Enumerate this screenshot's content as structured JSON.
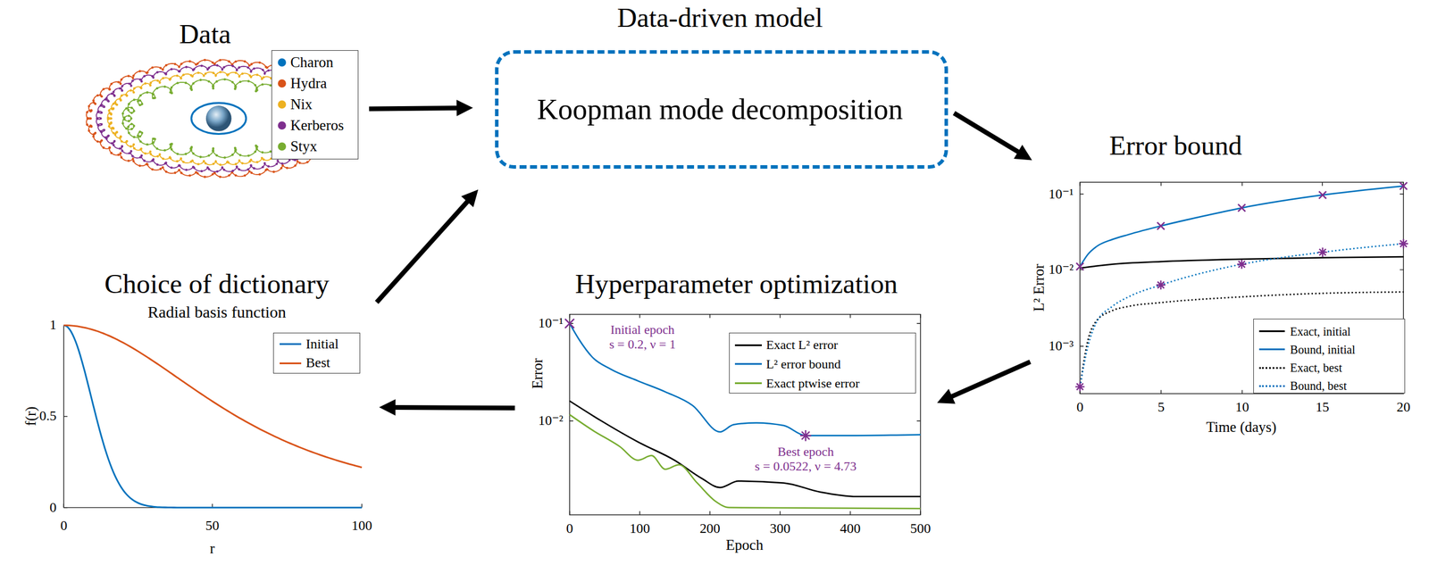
{
  "diagram": {
    "nodes": [
      {
        "text": [
          "Data"
        ]
      },
      {
        "text": [
          "Data-driven model",
          "Koopman mode decomposition"
        ]
      },
      {
        "text": [
          "Error bound"
        ]
      },
      {
        "text": [
          "Hyperparameter optimization"
        ]
      },
      {
        "text": [
          "Choice of dictionary",
          "Radial basis function"
        ]
      }
    ],
    "edges": [
      {
        "from": 0,
        "to": 1,
        "arrow": "to"
      },
      {
        "from": 1,
        "to": 2,
        "arrow": "to"
      },
      {
        "from": 2,
        "to": 3,
        "arrow": "to"
      },
      {
        "from": 3,
        "to": 4,
        "arrow": "to"
      },
      {
        "from": 4,
        "to": 1,
        "arrow": "to"
      }
    ],
    "labels": [
      "10⁻¹",
      "10⁻²",
      "10⁻³",
      "0",
      "5",
      "10",
      "15",
      "20",
      "Time (days)",
      "L² Error",
      "Initial epoch",
      "s = 0.2, ν = 1",
      "Best epoch",
      "s = 0.0522, ν = 4.73",
      "10⁻¹",
      "10⁻²",
      "0",
      "100",
      "200",
      "300",
      "400",
      "500",
      "Epoch",
      "Error",
      "1",
      "0.5",
      "0",
      "0",
      "50",
      "100",
      "r",
      "f(r)"
    ],
    "legend": [
      {
        "text": "Charon",
        "color": "#0072BD"
      },
      {
        "text": "Hydra",
        "color": "#D95319"
      },
      {
        "text": "Nix",
        "color": "#EDB120"
      },
      {
        "text": "Kerberos",
        "color": "#7E2F8E"
      },
      {
        "text": "Styx",
        "color": "#77AC30"
      },
      {
        "text": "Exact, initial"
      },
      {
        "text": "Bound, initial"
      },
      {
        "text": "Exact, best"
      },
      {
        "text": "Bound, best"
      },
      {
        "text": "Exact L² error"
      },
      {
        "text": "L² error bound"
      },
      {
        "text": "Exact ptwise error"
      },
      {
        "text": "Initial"
      },
      {
        "text": "Best"
      }
    ]
  }
}
